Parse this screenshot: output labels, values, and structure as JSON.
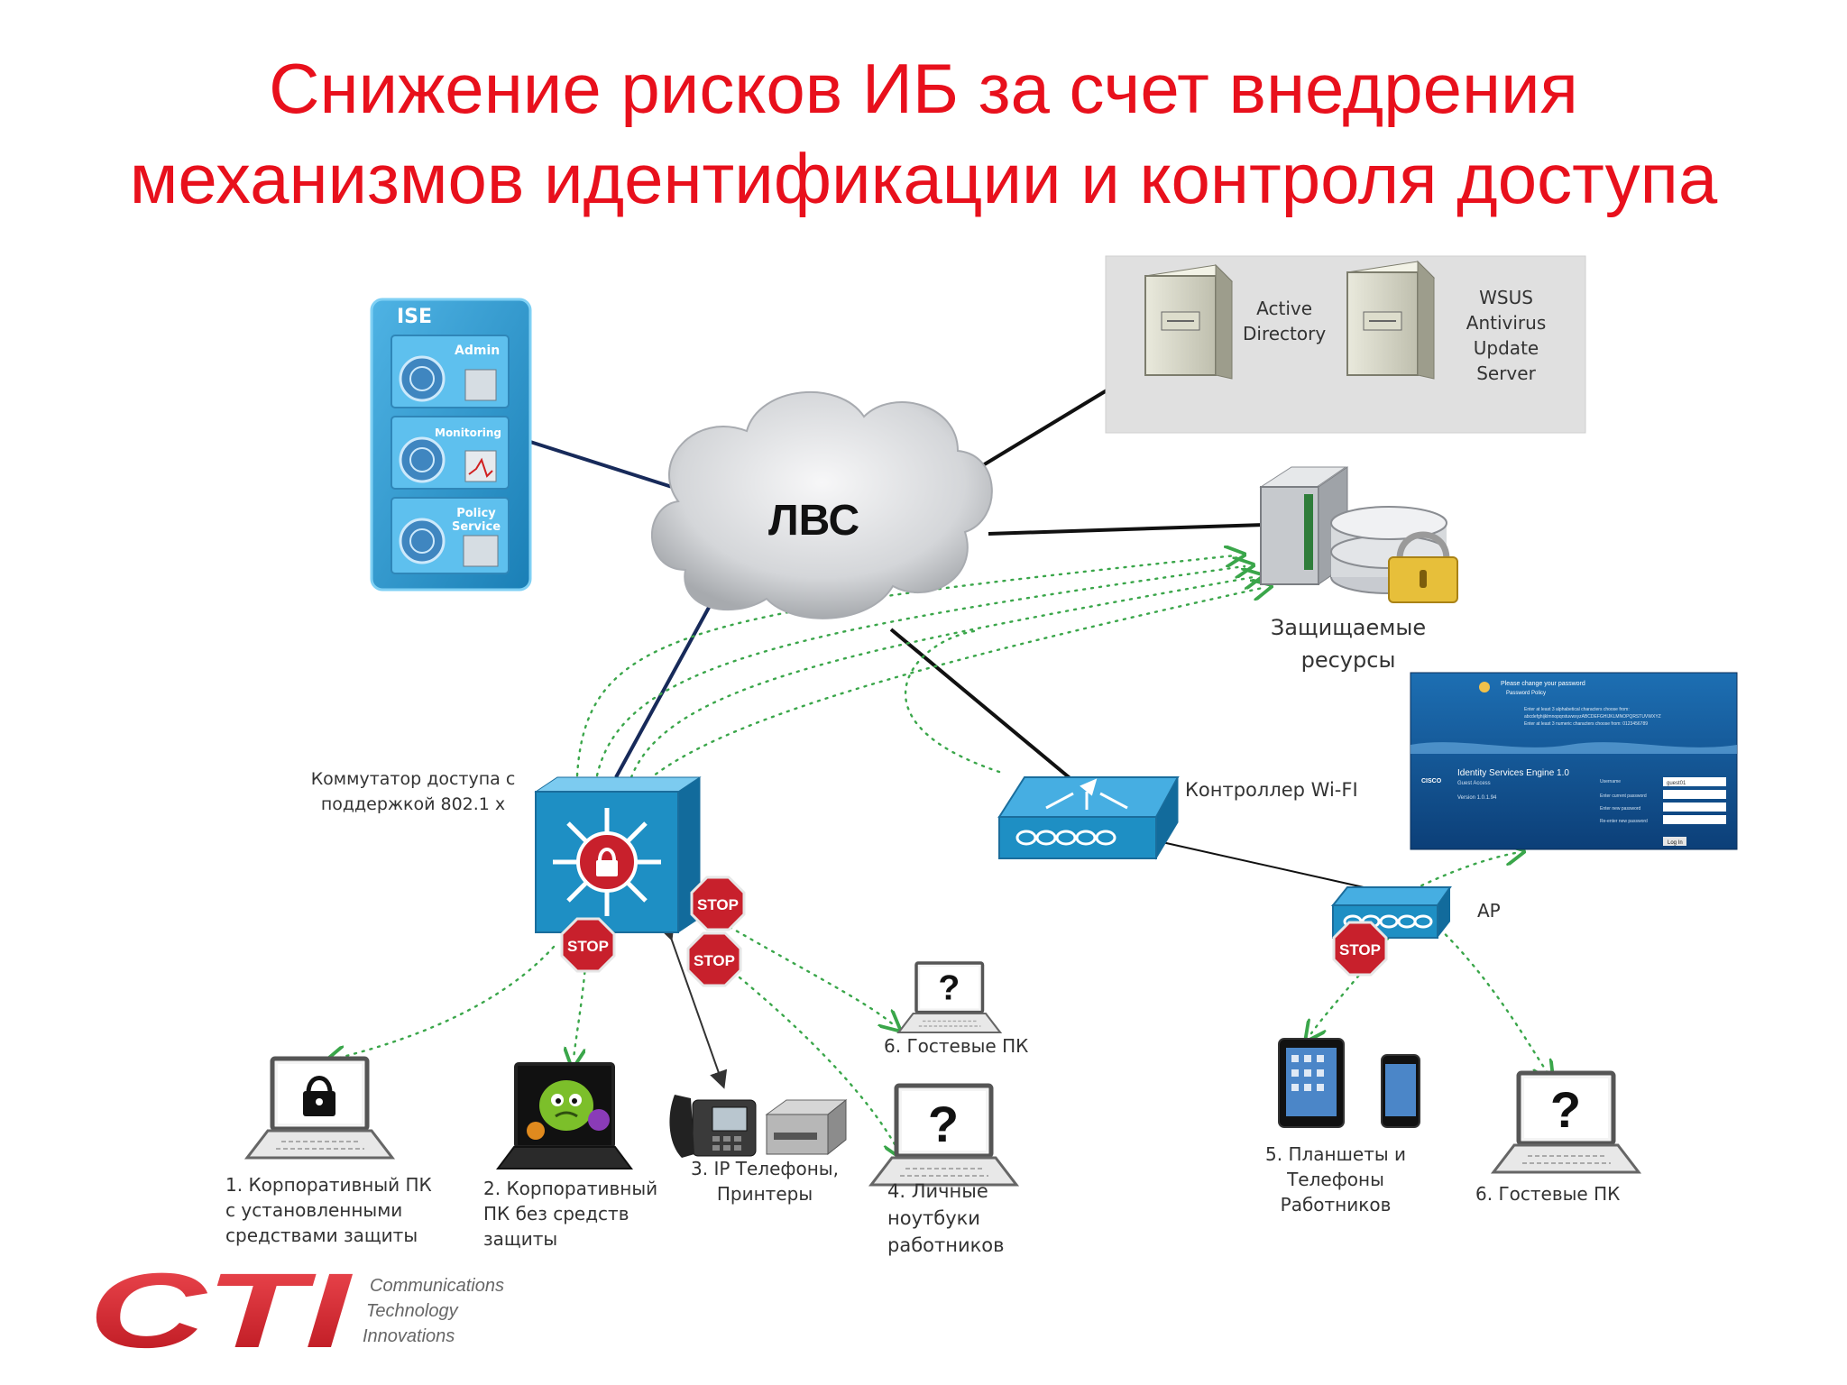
{
  "title": {
    "line1": "Снижение рисков ИБ за счет внедрения",
    "line2": "механизмов идентификации и контроля доступа"
  },
  "ise": {
    "title": "ISE",
    "modules": [
      "Admin",
      "Monitoring",
      "Policy Service"
    ]
  },
  "lan": {
    "label": "ЛВС"
  },
  "servers": {
    "ad": [
      "Active",
      "Directory"
    ],
    "wsus": [
      "WSUS",
      "Antivirus Update",
      "Server"
    ]
  },
  "protected": {
    "label": [
      "Защищаемые",
      "ресурсы"
    ]
  },
  "switch": {
    "label": [
      "Коммутатор доступа с",
      "поддержкой 802.1 х"
    ]
  },
  "wlc": {
    "label": "Контроллер Wi-FI"
  },
  "ap": {
    "label": "AP"
  },
  "stop_text": "STOP",
  "unknown_mark": "?",
  "portal": {
    "heading": "Please change your password",
    "subheading": "Password Policy",
    "rules": [
      "Enter at least 3 alphabetical characters choose from:",
      "abcdefghijklmnopqrstuvwxyzABCDEFGHIJKLMNOPQRSTUVWXYZ",
      "Enter at least 3 numeric characters choose from: 0123456789"
    ],
    "brand": "CISCO",
    "product": "Identity Services Engine 1.0",
    "mode": "Guest Access",
    "version": "Version 1.0.1.94",
    "fields": [
      "Username",
      "Enter current password",
      "Enter new password",
      "Re-enter new password"
    ],
    "username_value": "guest01",
    "button": "Log In"
  },
  "endpoints": {
    "corp_pc": [
      "1. Корпоративный ПК",
      "с установленными",
      "средствами защиты"
    ],
    "corp_pc_unprotected": [
      "2. Корпоративный",
      "ПК без средств",
      "защиты"
    ],
    "phones": [
      "3. IP Телефоны,",
      "Принтеры"
    ],
    "personal": [
      "4. Личные",
      "ноутбуки",
      "работников"
    ],
    "guest_switch": "6. Гостевые ПК",
    "tablets": [
      "5. Планшеты и",
      "Телефоны",
      "Работников"
    ],
    "guest_wifi": "6. Гостевые ПК"
  },
  "logo": {
    "mark": "CTI",
    "tagline": [
      "Communications",
      "Technology",
      "Innovations"
    ]
  },
  "colors": {
    "title": "#e8101c",
    "cisco_blue": "#1e8fc4",
    "stop_red": "#c8202c",
    "dotted_green": "#3aa64a",
    "logo_red": "#d9232d"
  }
}
